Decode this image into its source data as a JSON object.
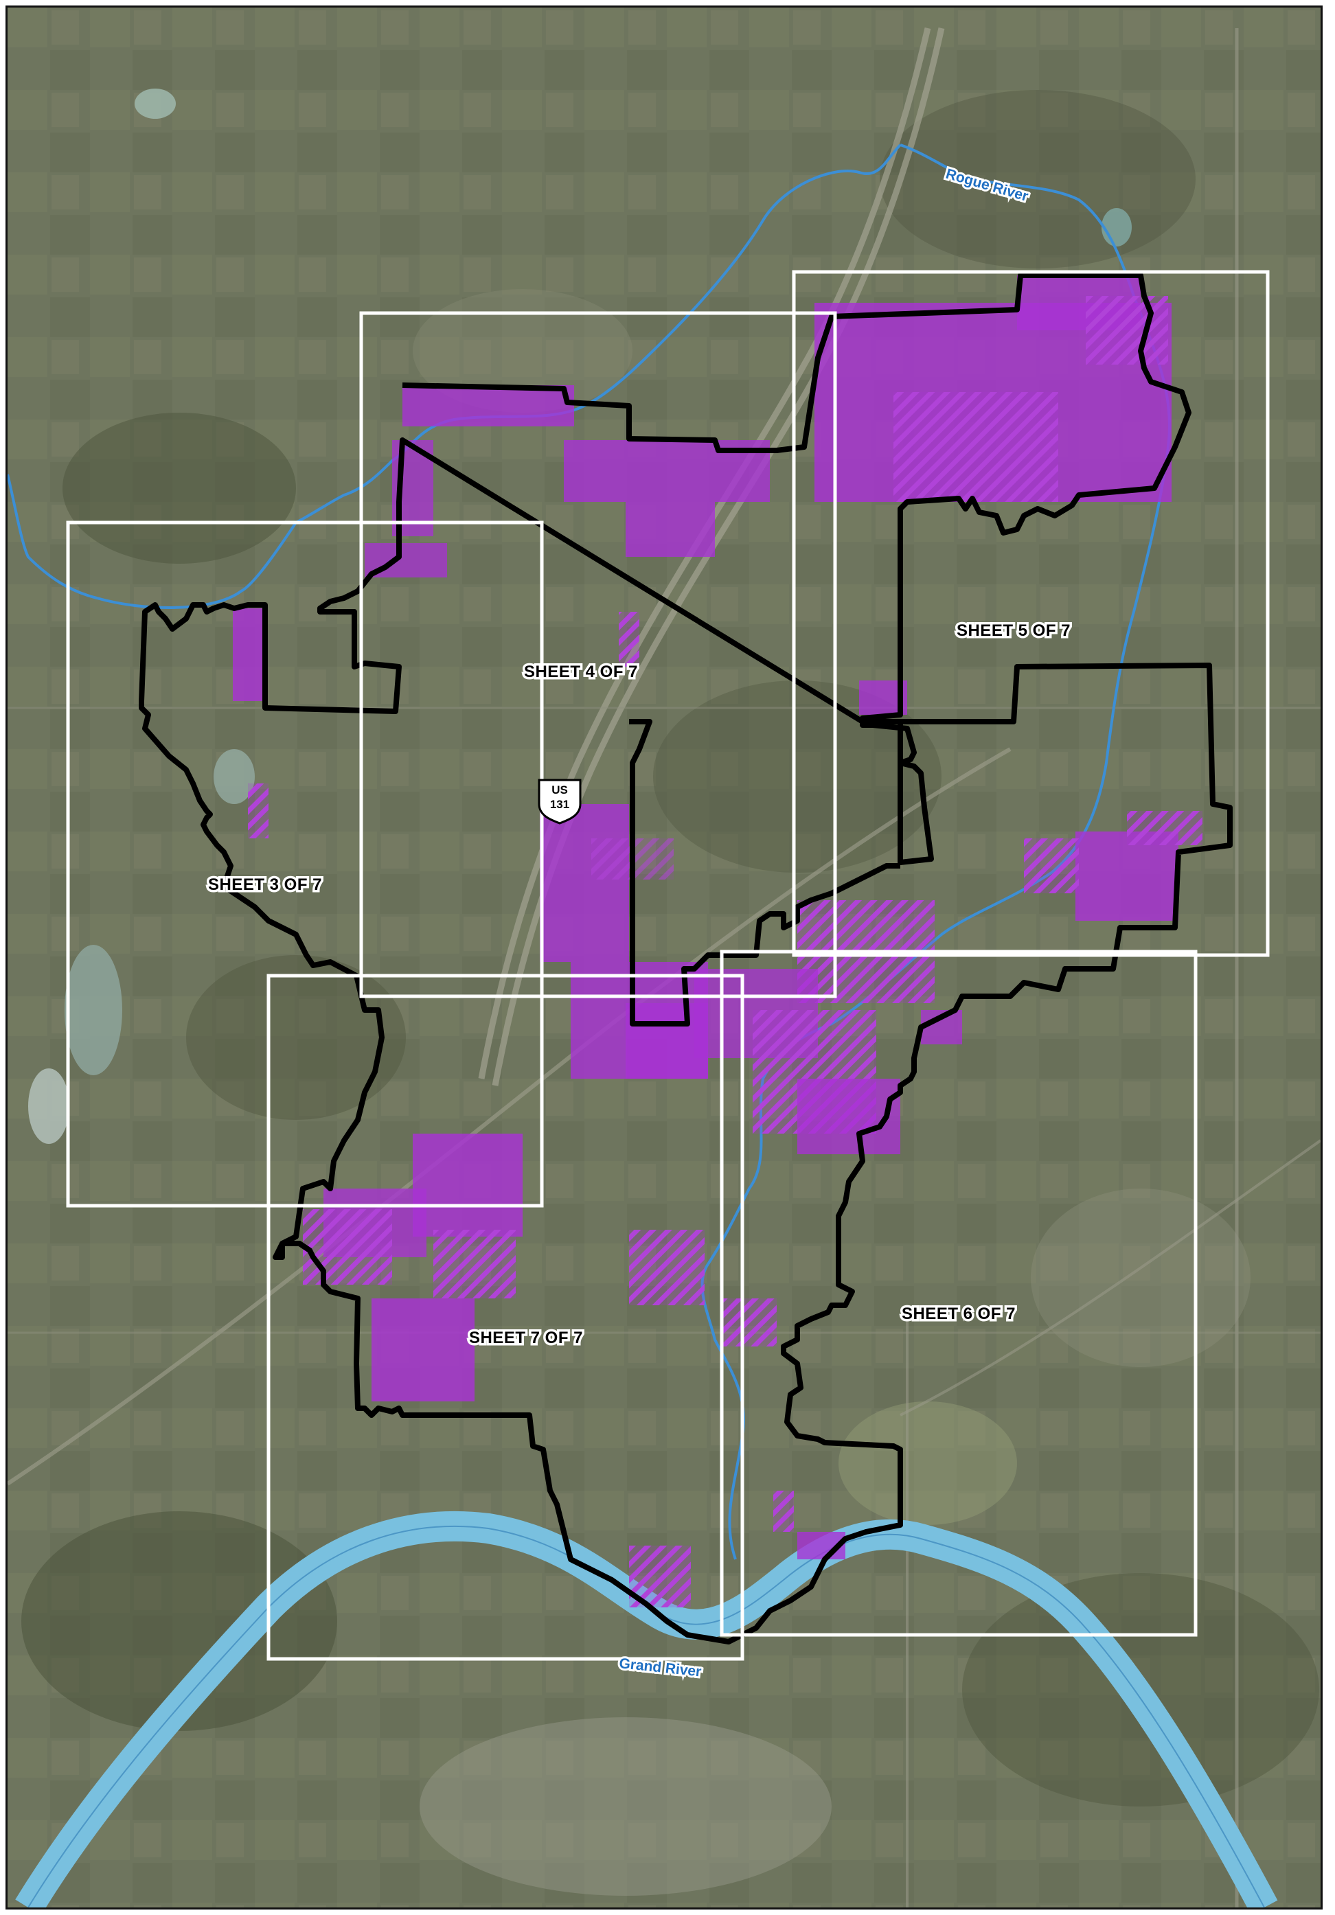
{
  "map": {
    "sheets": [
      {
        "label": "SHEET 3 OF 7"
      },
      {
        "label": "SHEET 4 OF 7"
      },
      {
        "label": "SHEET 5 OF 7"
      },
      {
        "label": "SHEET 6 OF 7"
      },
      {
        "label": "SHEET 7 OF 7"
      }
    ],
    "rivers": [
      {
        "label": "Rogue River"
      },
      {
        "label": "Grand River"
      }
    ],
    "highway_shield": {
      "line1": "US",
      "line2": "131"
    }
  },
  "colors": {
    "boundary": "#000000",
    "sheet_frame": "#ffffff",
    "parcel_fill": "#a832d4",
    "parcel_hatch": "#b043d8",
    "river": "#78bfe0",
    "river_label": "#1f6fc2",
    "aerial_base": "#6f7560"
  }
}
